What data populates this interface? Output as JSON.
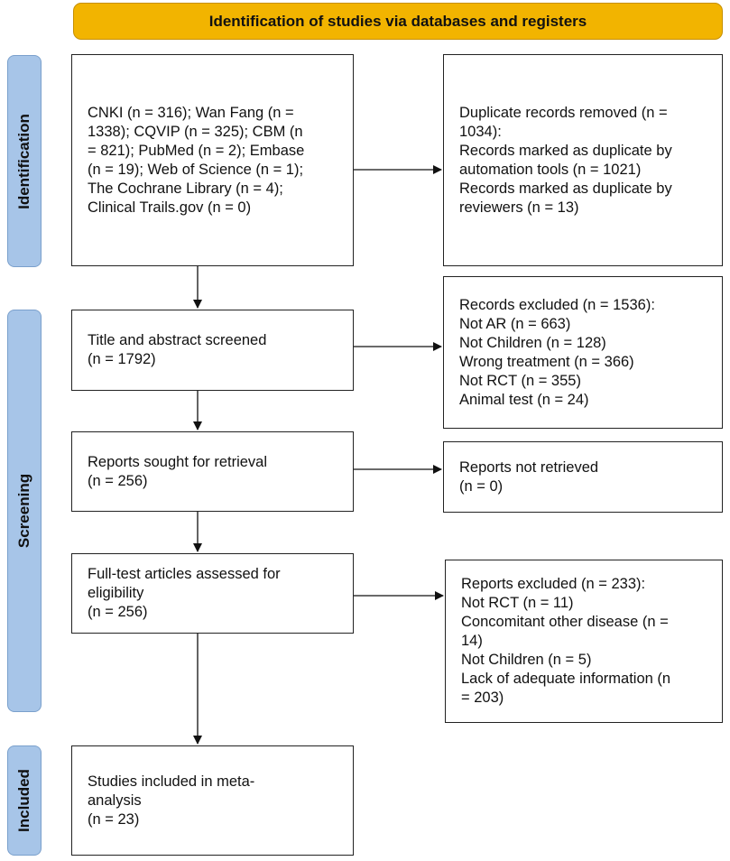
{
  "header": {
    "title": "Identification of studies via databases and registers"
  },
  "phases": {
    "identification": "Identification",
    "screening": "Screening",
    "included": "Included"
  },
  "boxes": {
    "sources": {
      "lines": [
        "CNKI (n = 316); Wan Fang (n =",
        "1338); CQVIP (n = 325); CBM (n",
        "= 821); PubMed (n = 2); Embase",
        "(n = 19); Web of Science (n = 1);",
        "The Cochrane Library (n = 4);",
        "Clinical Trails.gov (n = 0)"
      ]
    },
    "duplicates": {
      "lines": [
        "Duplicate records removed (n =",
        "1034):",
        "Records marked as duplicate by",
        "automation tools (n = 1021)",
        "Records marked as duplicate by",
        "reviewers (n = 13)"
      ]
    },
    "screened": {
      "lines": [
        "Title and abstract screened",
        "(n = 1792)"
      ]
    },
    "excluded_records": {
      "lines": [
        "Records excluded (n = 1536):",
        "Not AR (n = 663)",
        "Not Children (n = 128)",
        "Wrong treatment (n = 366)",
        "Not RCT (n = 355)",
        "Animal test (n = 24)"
      ]
    },
    "sought": {
      "lines": [
        "Reports sought for retrieval",
        "(n = 256)"
      ]
    },
    "not_retrieved": {
      "lines": [
        "Reports not retrieved",
        "(n = 0)"
      ]
    },
    "assessed": {
      "lines": [
        "Full-test articles assessed for",
        "eligibility",
        "(n = 256)"
      ]
    },
    "reports_excluded": {
      "lines": [
        "Reports excluded (n = 233):",
        "Not RCT (n = 11)",
        "Concomitant other disease (n =",
        "14)",
        "Not Children (n = 5)",
        "Lack of adequate information (n",
        "= 203)"
      ]
    },
    "included": {
      "lines": [
        "Studies included in meta-",
        "analysis",
        "(n = 23)"
      ]
    }
  }
}
